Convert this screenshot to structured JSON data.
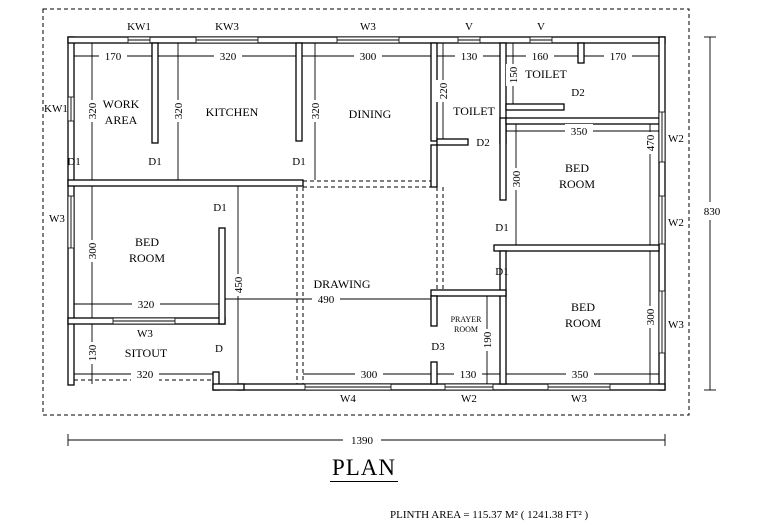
{
  "title": "PLAN",
  "plinth_area": "PLINTH AREA = 115.37 M²   ( 1241.38 FT² )",
  "rooms": {
    "work_area": [
      "WORK",
      "AREA"
    ],
    "kitchen": "KITCHEN",
    "dining": "DINING",
    "toilet_1": "TOILET",
    "toilet_2": "TOILET",
    "bed_room_1": [
      "BED",
      "ROOM"
    ],
    "bed_room_2": [
      "BED",
      "ROOM"
    ],
    "bed_room_3": [
      "BED",
      "ROOM"
    ],
    "drawing": "DRAWING",
    "prayer_room": [
      "PRAYER",
      "ROOM"
    ],
    "sitout": "SITOUT"
  },
  "doors": {
    "d1_a": "D1",
    "d1_b": "D1",
    "d1_c": "D1",
    "d1_d": "D1",
    "d1_e": "D1",
    "d1_f": "D1",
    "d2_a": "D2",
    "d2_b": "D2",
    "d3": "D3",
    "d": "D"
  },
  "windows": {
    "kw1_top": "KW1",
    "kw1_left": "KW1",
    "kw3": "KW3",
    "w3_top": "W3",
    "v_1": "V",
    "v_2": "V",
    "w2_r1": "W2",
    "w2_r2": "W2",
    "w3_left": "W3",
    "w3_bed": "W3",
    "w3_right": "W3",
    "w4": "W4",
    "w2_bottom": "W2",
    "w3_bottom": "W3"
  },
  "dimensions": {
    "w_170_a": "170",
    "w_320_a": "320",
    "w_300_a": "300",
    "w_130_a": "130",
    "w_160": "160",
    "w_170_b": "170",
    "v_150": "150",
    "v_220": "220",
    "v_320_a": "320",
    "v_320_b": "320",
    "v_320_c": "320",
    "w_350_a": "350",
    "v_470": "470",
    "v_300_a": "300",
    "v_300_b": "300",
    "w_320_b": "320",
    "v_450": "450",
    "w_490": "490",
    "v_190": "190",
    "v_300_c": "300",
    "v_130": "130",
    "w_320_c": "320",
    "w_300_b": "300",
    "w_130_b": "130",
    "w_350_b": "350",
    "overall_width": "1390",
    "overall_height": "830"
  }
}
